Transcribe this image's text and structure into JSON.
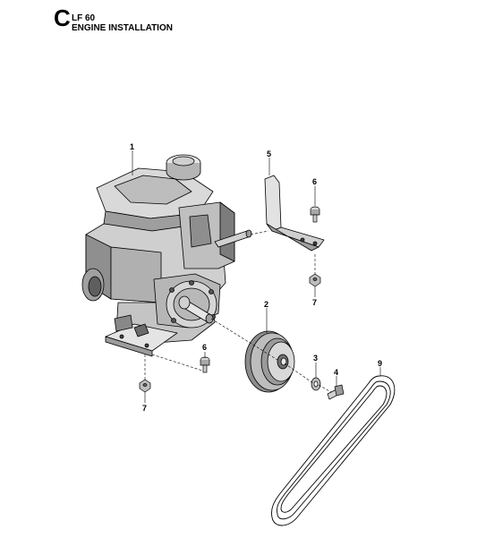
{
  "header": {
    "section_letter": "C",
    "model": "LF 60",
    "title": "ENGINE INSTALLATION"
  },
  "callouts": [
    "1",
    "2",
    "3",
    "4",
    "5",
    "6",
    "7",
    "6",
    "7",
    "9"
  ],
  "colors": {
    "line": "#000000",
    "shade_dark": "#6b6b6b",
    "shade_mid": "#a8a8a8",
    "shade_light": "#e2e2e2",
    "background": "#ffffff"
  }
}
